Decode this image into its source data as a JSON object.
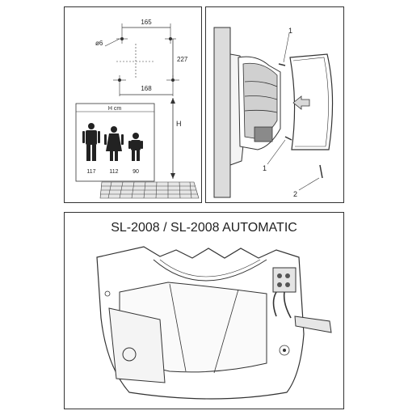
{
  "mounting": {
    "dim_top": "165",
    "dim_bottom": "168",
    "dim_vertical": "227",
    "hole_label": "ø6",
    "height_label": "H",
    "table_header": "H cm",
    "heights": [
      "117",
      "112",
      "90"
    ]
  },
  "exploded": {
    "callout_1a": "1",
    "callout_1b": "1",
    "callout_2": "2"
  },
  "interior": {
    "title": "SL-2008 / SL-2008 AUTOMATIC"
  },
  "colors": {
    "line": "#333333",
    "fill_gray": "#d9d9d9",
    "fill_dark": "#555555"
  }
}
